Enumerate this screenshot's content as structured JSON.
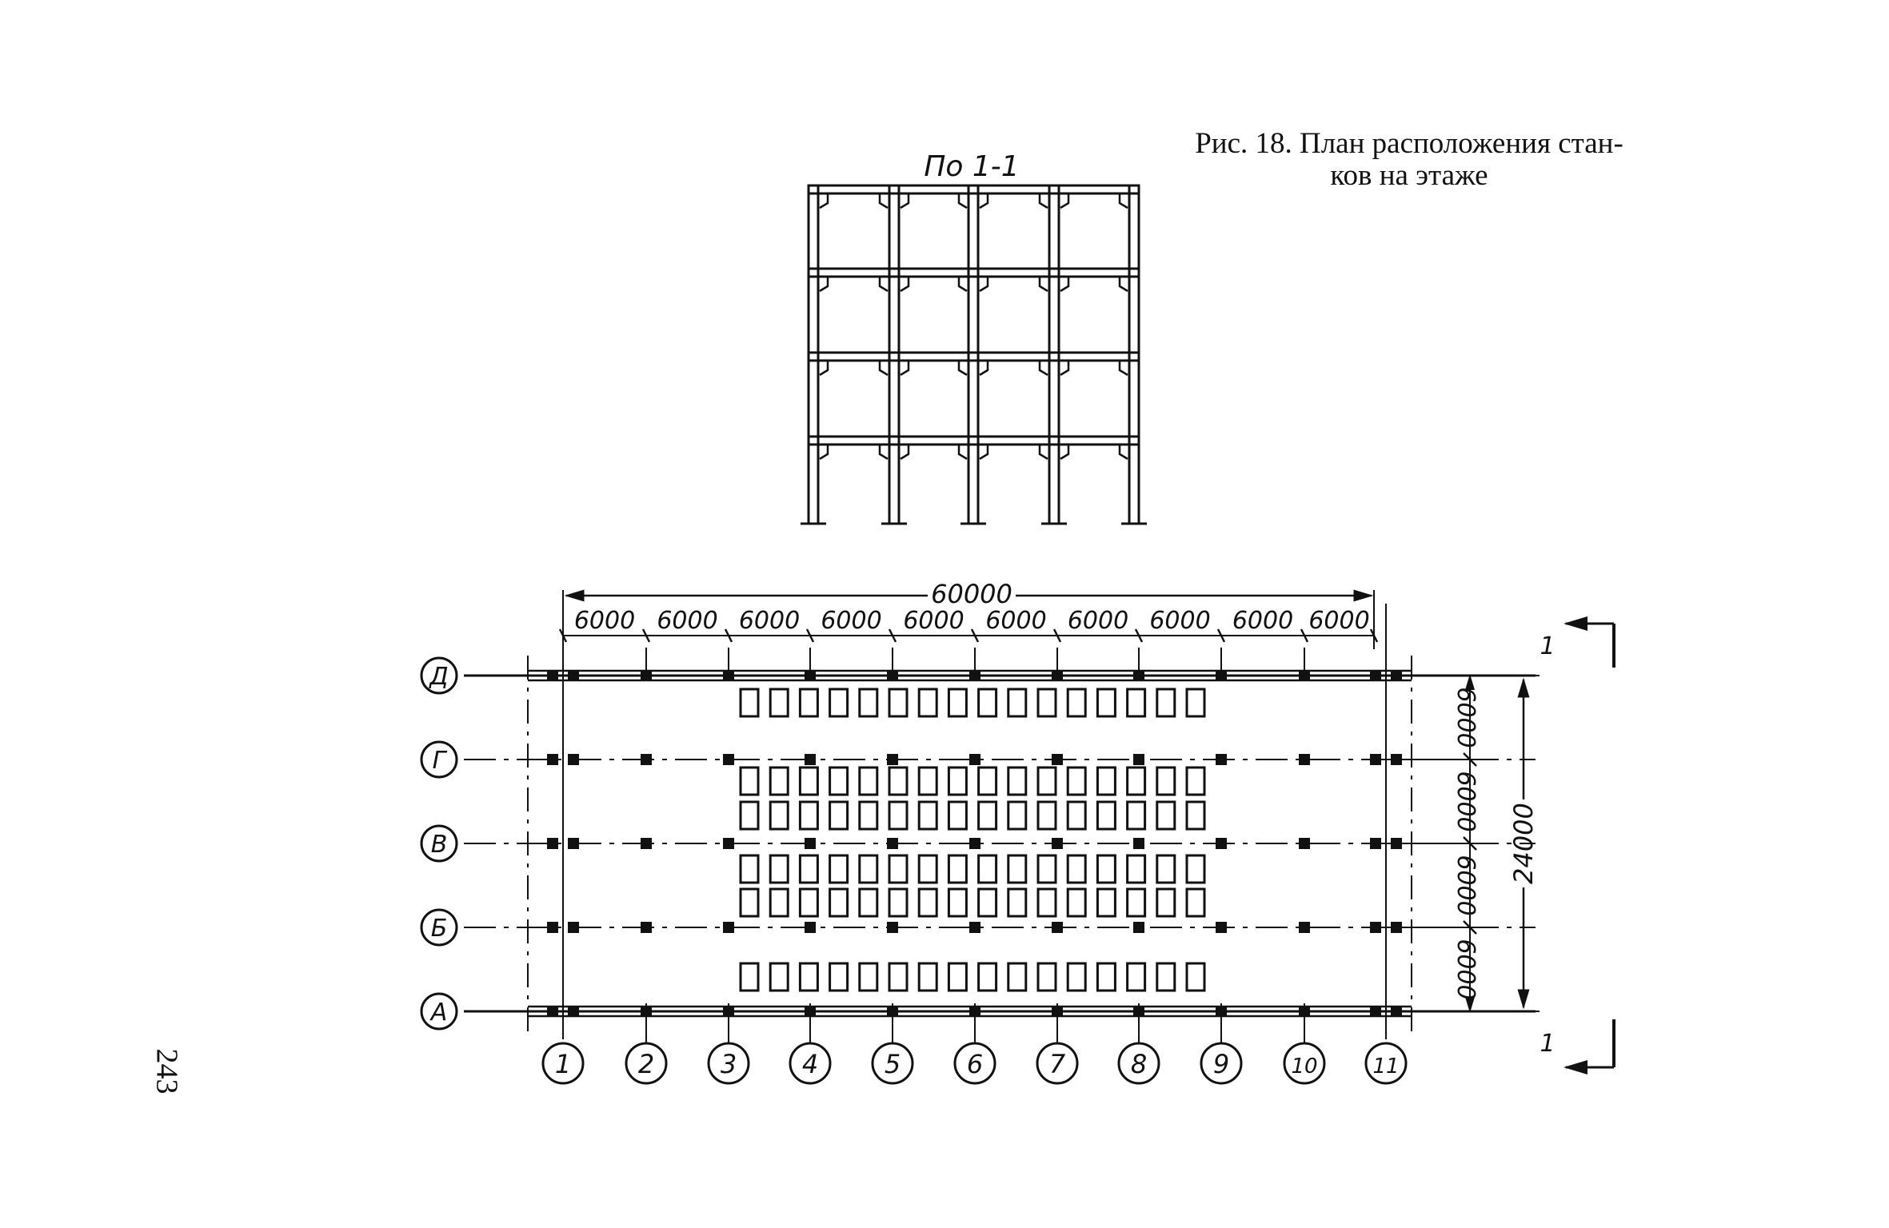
{
  "figure": {
    "caption_line1": "Рис. 18. План расположения стан-",
    "caption_line2": "ков на этаже"
  },
  "page_number": "243",
  "section": {
    "label": "По 1-1",
    "spans": 4,
    "floors": 4
  },
  "plan": {
    "overall_length": "60000",
    "overall_width": "24000",
    "bay_labels": [
      "6000",
      "6000",
      "6000",
      "6000",
      "6000",
      "6000",
      "6000",
      "6000",
      "6000",
      "6000"
    ],
    "span_labels": [
      "6000",
      "6000",
      "6000",
      "6000"
    ],
    "column_axes": [
      "1",
      "2",
      "3",
      "4",
      "5",
      "6",
      "7",
      "8",
      "9",
      "10",
      "11"
    ],
    "row_axes": [
      "Д",
      "Г",
      "В",
      "Б",
      "А"
    ],
    "section_marker": "1",
    "machine_rows": [
      {
        "band": "Д-Г",
        "count": 16
      },
      {
        "band": "Г-В",
        "count": 16
      },
      {
        "band": "Г-В",
        "count": 16
      },
      {
        "band": "В-Б",
        "count": 16
      },
      {
        "band": "В-Б",
        "count": 16
      },
      {
        "band": "Б-А",
        "count": 16
      }
    ]
  }
}
